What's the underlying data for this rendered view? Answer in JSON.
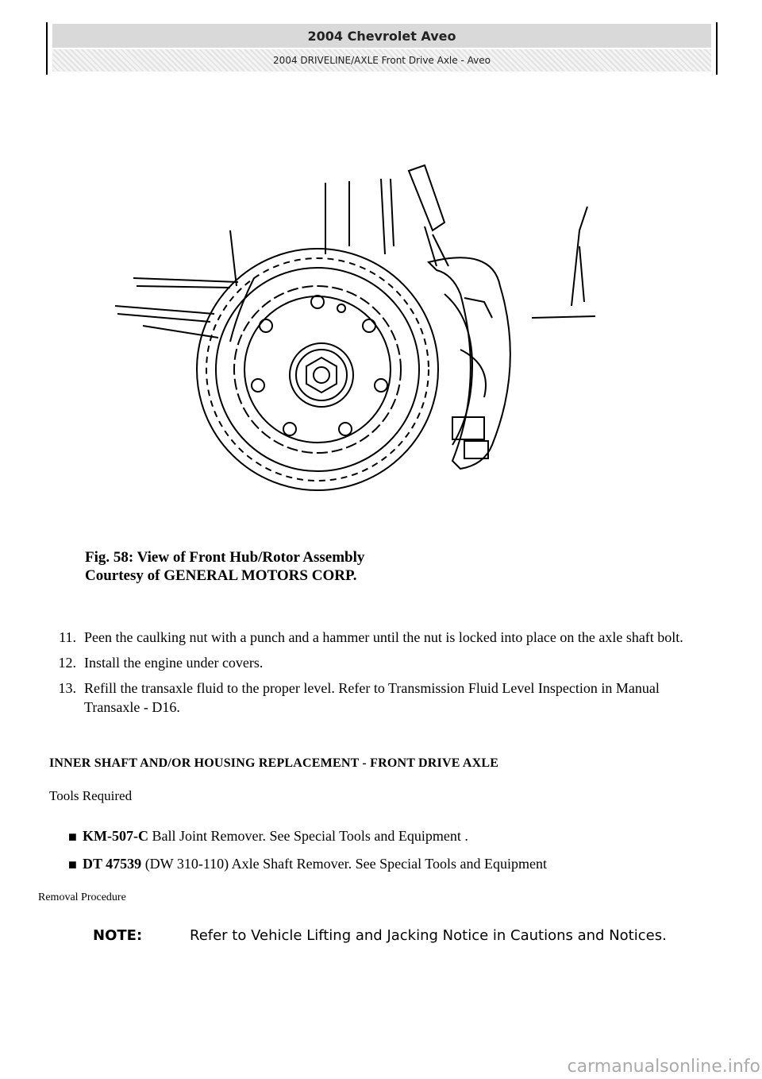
{
  "header": {
    "title": "2004 Chevrolet Aveo",
    "subtitle": "2004 DRIVELINE/AXLE Front Drive Axle - Aveo"
  },
  "figure": {
    "caption_line1": "Fig. 58: View of Front Hub/Rotor Assembly",
    "caption_line2": "Courtesy of GENERAL MOTORS CORP."
  },
  "steps": [
    {
      "number": "11.",
      "text": "Peen the caulking nut with a punch and a hammer until the nut is locked into place on the axle shaft bolt."
    },
    {
      "number": "12.",
      "text": "Install the engine under covers."
    },
    {
      "number": "13.",
      "text": "Refill the transaxle fluid to the proper level. Refer to Transmission Fluid Level Inspection in Manual Transaxle - D16."
    }
  ],
  "section": {
    "heading": "INNER SHAFT AND/OR HOUSING REPLACEMENT - FRONT DRIVE AXLE",
    "tools_label": "Tools Required"
  },
  "tools": [
    {
      "bullet": "■",
      "code": "KM-507-C",
      "text": " Ball Joint Remover. See Special Tools and Equipment ."
    },
    {
      "bullet": "■",
      "code": "DT 47539",
      "text": " (DW 310-110) Axle Shaft Remover. See Special Tools and Equipment"
    }
  ],
  "removal": {
    "label": "Removal Procedure"
  },
  "note": {
    "label": "NOTE:",
    "text": "Refer to Vehicle Lifting and Jacking Notice in Cautions and Notices."
  },
  "footer": {
    "watermark": "carmanualsonline.info"
  }
}
